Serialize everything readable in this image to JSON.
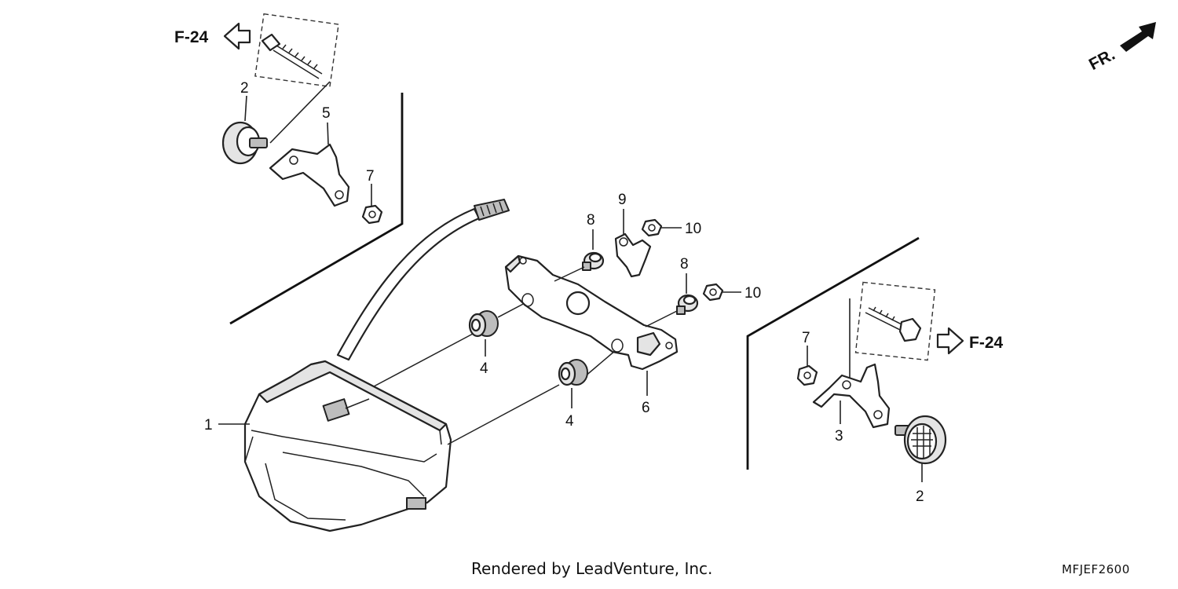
{
  "callouts": {
    "c1": "1",
    "c2_left": "2",
    "c2_right": "2",
    "c3": "3",
    "c4_upper": "4",
    "c4_lower": "4",
    "c5": "5",
    "c6": "6",
    "c7_left": "7",
    "c7_right": "7",
    "c8_upper": "8",
    "c8_lower": "8",
    "c9": "9",
    "c10_upper": "10",
    "c10_lower": "10"
  },
  "refs": {
    "left_ref": "F-24",
    "right_ref": "F-24",
    "front": "FR."
  },
  "footer": {
    "credit": "Rendered by LeadVenture, Inc.",
    "code": "MFJEF2600"
  },
  "icons": {
    "left_arrow": "hollow-arrow-left-icon",
    "right_arrow": "hollow-arrow-right-icon",
    "front_arrow": "solid-arrow-front-icon"
  }
}
